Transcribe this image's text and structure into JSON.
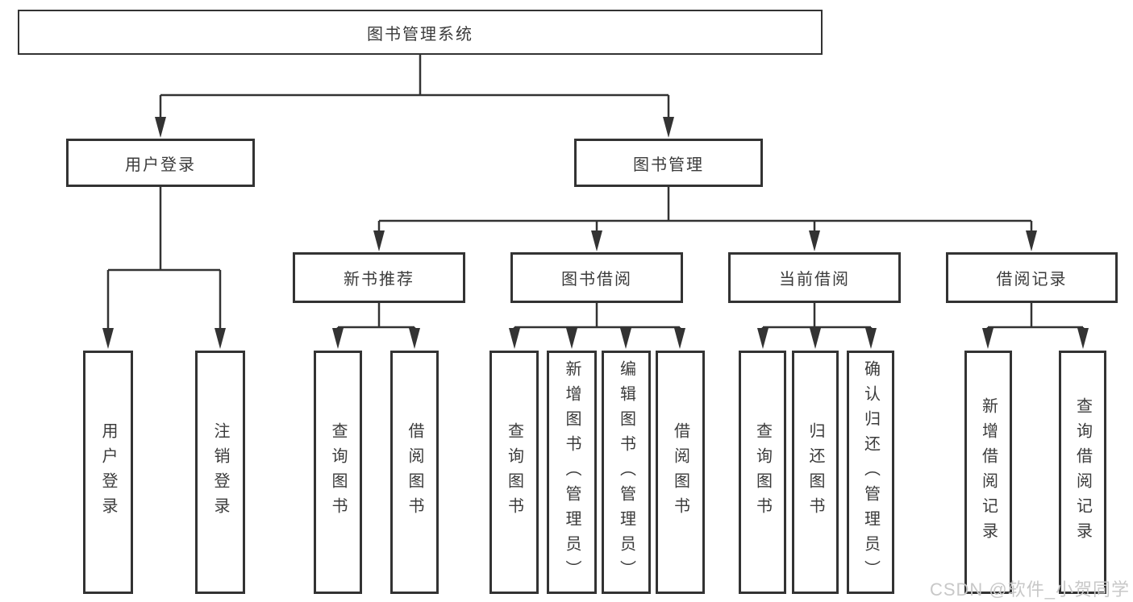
{
  "diagram": {
    "watermark": "CSDN @软件_小贺同学",
    "colors": {
      "line": "#333333",
      "box_border": "#333333",
      "text": "#3b3b3b",
      "watermark": "#c8c8c8",
      "background": "#ffffff"
    },
    "tree": {
      "label": "图书管理系统",
      "children": [
        {
          "label": "用户登录",
          "children": [
            {
              "label": "用户登录"
            },
            {
              "label": "注销登录"
            }
          ]
        },
        {
          "label": "图书管理",
          "children": [
            {
              "label": "新书推荐",
              "children": [
                {
                  "label": "查询图书"
                },
                {
                  "label": "借阅图书"
                }
              ]
            },
            {
              "label": "图书借阅",
              "children": [
                {
                  "label": "查询图书"
                },
                {
                  "label": "新增图书（管理员）"
                },
                {
                  "label": "编辑图书（管理员）"
                },
                {
                  "label": "借阅图书"
                }
              ]
            },
            {
              "label": "当前借阅",
              "children": [
                {
                  "label": "查询图书"
                },
                {
                  "label": "归还图书"
                },
                {
                  "label": "确认归还（管理员）"
                }
              ]
            },
            {
              "label": "借阅记录",
              "children": [
                {
                  "label": "新增借阅记录"
                },
                {
                  "label": "查询借阅记录"
                }
              ]
            }
          ]
        }
      ]
    }
  }
}
